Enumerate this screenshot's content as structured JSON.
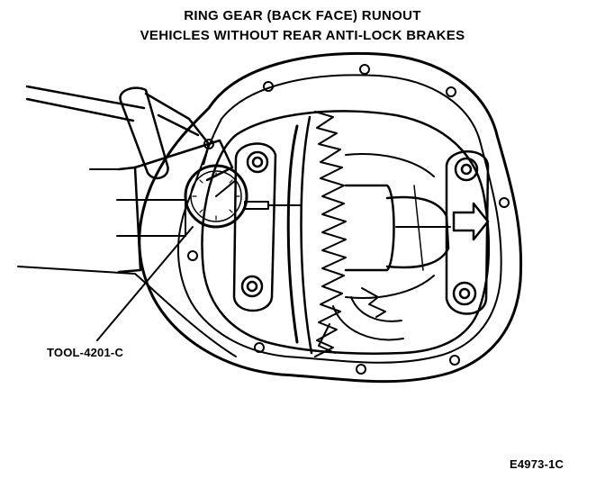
{
  "figure": {
    "title_line_1": "RING GEAR (BACK FACE) RUNOUT",
    "title_line_2": "VEHICLES WITHOUT REAR ANTI-LOCK BRAKES",
    "callout_tool": "TOOL-4201-C",
    "figure_number": "E4973-1C"
  }
}
